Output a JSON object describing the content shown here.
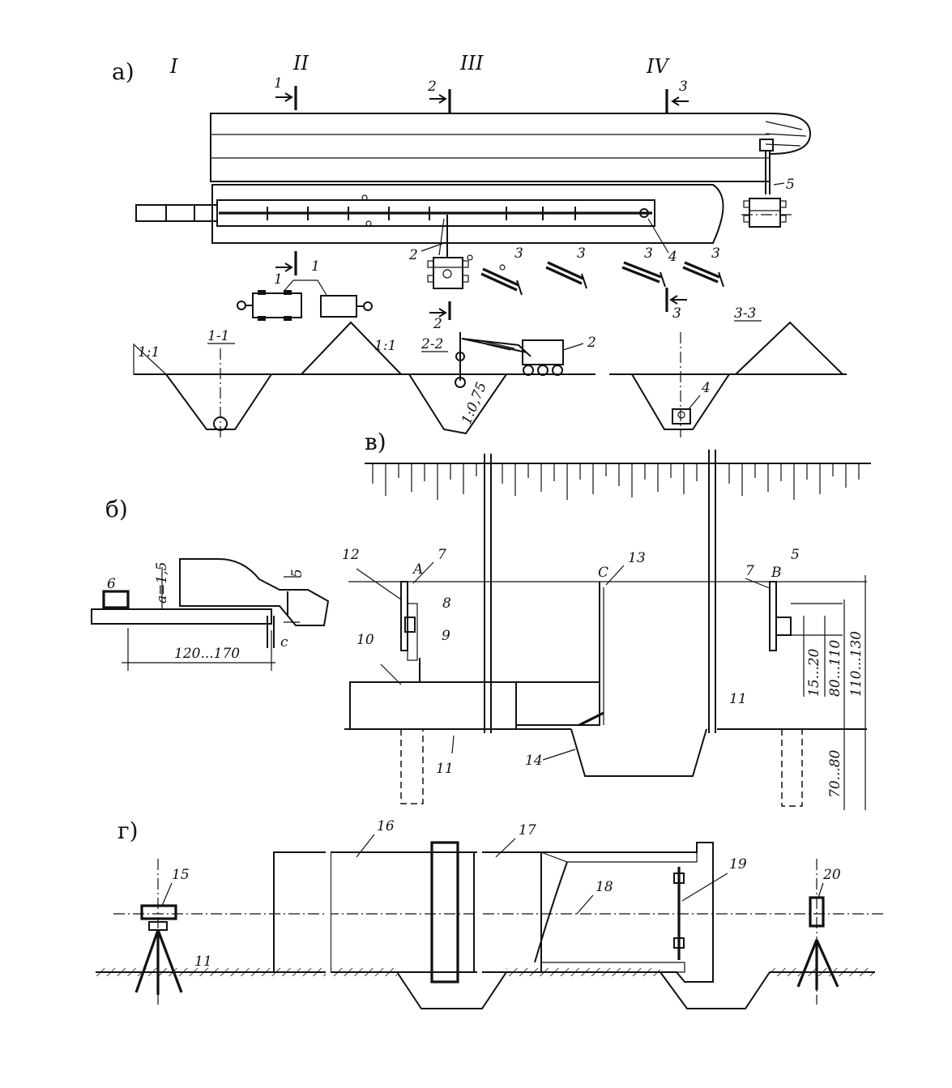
{
  "panels": {
    "a": "а)",
    "b": "б)",
    "v": "в)",
    "g": "г)"
  },
  "roman_stages": [
    "I",
    "II",
    "III",
    "IV"
  ],
  "section_marks": {
    "s1_top": "1",
    "s1_bottom": "1",
    "s2_top": "2",
    "s2_bottom": "2",
    "s3_top": "3",
    "s3_bottom": "3"
  },
  "section_titles": {
    "s11": "1-1",
    "s22": "2-2",
    "s33": "3-3"
  },
  "slopes": {
    "left": "1:1",
    "right": "1:1",
    "trench": "1:0,75"
  },
  "callouts_a": {
    "n1": "1",
    "n2_crane": "2",
    "n2_crane_22": "2",
    "n3a": "3",
    "n3b": "3",
    "n3c": "3",
    "n3d": "3",
    "n4": "4",
    "n4_33": "4",
    "n5": "5"
  },
  "callouts_b": {
    "n6": "6",
    "n5": "5",
    "gap": "a=1,5",
    "range": "120...170",
    "c": "c"
  },
  "callouts_v": {
    "n12": "12",
    "n7a": "7",
    "pA": "A",
    "n8": "8",
    "n9": "9",
    "n10": "10",
    "n11a": "11",
    "n14": "14",
    "pC": "C",
    "n13": "13",
    "n7b": "7",
    "pB": "B",
    "n5": "5",
    "n11b": "11",
    "d1520": "15...20",
    "d80110": "80...110",
    "d110130": "110...130",
    "d7080": "70...80"
  },
  "callouts_g": {
    "n15": "15",
    "n11": "11",
    "n16": "16",
    "n17": "17",
    "n18": "18",
    "n19": "19",
    "n20": "20"
  }
}
